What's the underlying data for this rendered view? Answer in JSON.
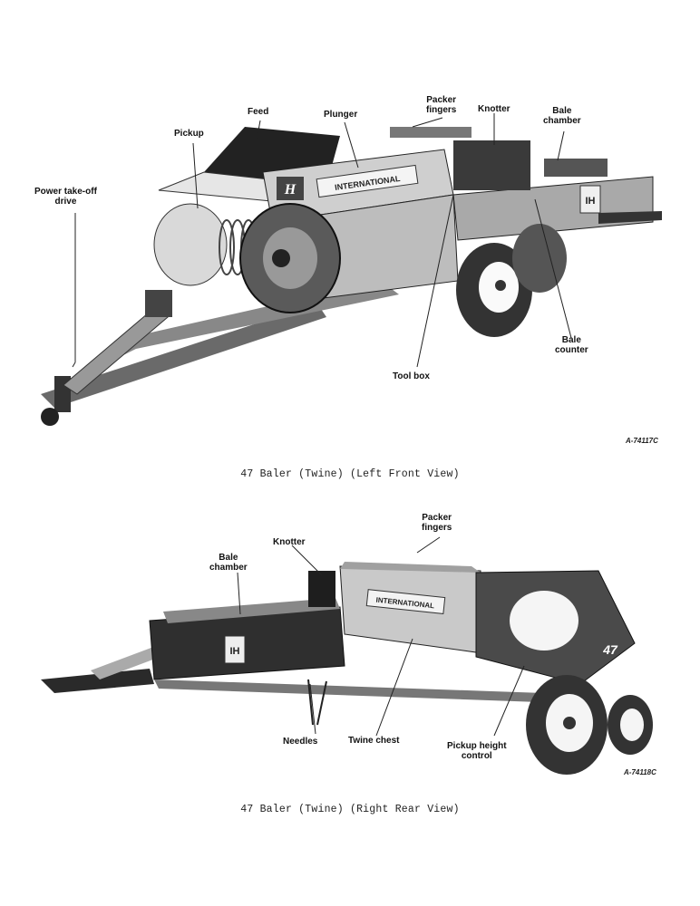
{
  "figure_top": {
    "labels": {
      "power_take_off": "Power take-off\ndrive",
      "pickup": "Pickup",
      "feed": "Feed",
      "plunger": "Plunger",
      "packer_fingers": "Packer\nfingers",
      "knotter": "Knotter",
      "bale_chamber": "Bale\nchamber",
      "bale_counter": "Bale\ncounter",
      "tool_box": "Tool box"
    },
    "decal_brand": "INTERNATIONAL",
    "ref_code": "A-74117C",
    "caption": "47 Baler (Twine) (Left Front View)"
  },
  "figure_bottom": {
    "labels": {
      "bale_chamber": "Bale\nchamber",
      "knotter": "Knotter",
      "packer_fingers": "Packer\nfingers",
      "needles": "Needles",
      "twine_chest": "Twine chest",
      "pickup_height": "Pickup height\ncontrol"
    },
    "decal_brand": "INTERNATIONAL",
    "model_number": "47",
    "ref_code": "A-74118C",
    "caption": "47 Baler (Twine) (Right Rear View)"
  }
}
